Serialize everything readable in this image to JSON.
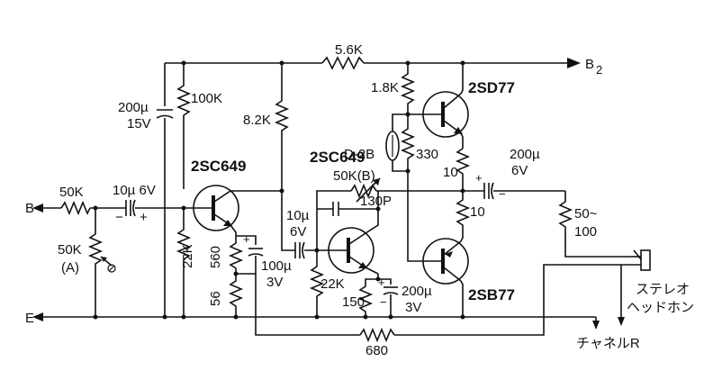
{
  "labels": {
    "r_56k": "5.6K",
    "b2": "B",
    "b2_sub": "2",
    "r_100k": "100K",
    "c_200u_15v_a": "200µ",
    "c_200u_15v_b": "15V",
    "r_82k": "8.2K",
    "r_18k": "1.8K",
    "q_2sd77": "2SD77",
    "d_2b": "D-2B",
    "r_330": "330",
    "q_2sc649_a": "2SC649",
    "q_2sc649_b": "2SC649",
    "vr_50kb": "50K(B)",
    "c_130p": "130P",
    "r_10_a": "10",
    "r_10_b": "10",
    "c_200u_6v_a": "200µ",
    "c_200u_6v_b": "6V",
    "r_50_100_a": "50~",
    "r_50_100_b": "100",
    "in_b": "B",
    "r_50k": "50K",
    "c_10u6v": "10µ 6V",
    "vr_50ka_a": "50K",
    "vr_50ka_b": "(A)",
    "r_22k_a": "22K",
    "r_560": "560",
    "r_56": "56",
    "c_100u_a": "100µ",
    "c_100u_b": "3V",
    "c_10u_a": "10µ",
    "c_10u_b": "6V",
    "r_22k_b": "22K",
    "r_150": "150",
    "c_200u3v_a": "200µ",
    "c_200u3v_b": "3V",
    "q_2sb77": "2SB77",
    "headphone_a": "ステレオ",
    "headphone_b": "ヘッドホン",
    "in_e": "E",
    "r_680": "680",
    "channel": "チャネルR"
  }
}
